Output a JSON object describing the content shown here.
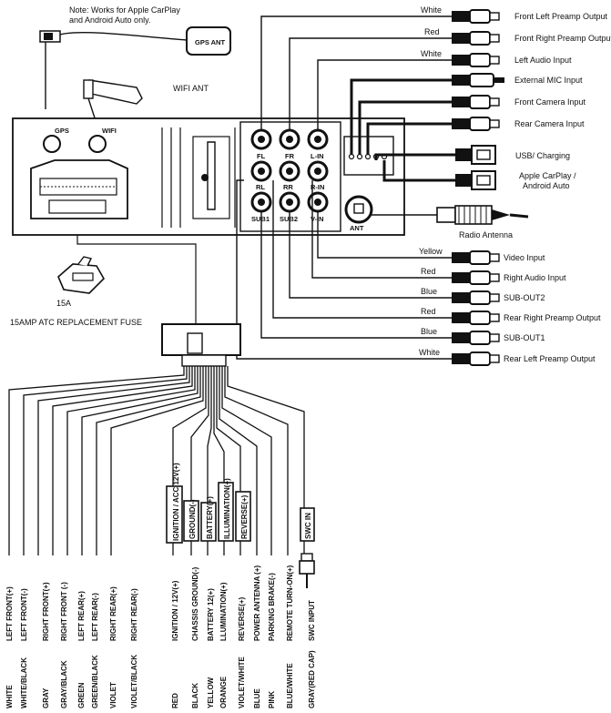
{
  "note": [
    "Note: Works for Apple CarPlay",
    "and Android Auto only."
  ],
  "gps_ant_label": "GPS ANT",
  "wifi_ant_label": "WIFI ANT",
  "head_unit": {
    "gps_port_label": "GPS",
    "wifi_port_label": "WIFI",
    "ant_label": "ANT",
    "rca_ports": [
      "FL",
      "FR",
      "L-IN",
      "RL",
      "RR",
      "R-IN",
      "SUB1",
      "SUB2",
      "V-IN"
    ]
  },
  "fuse": {
    "rating": "15A",
    "caption": "15AMP ATC REPLACEMENT FUSE"
  },
  "right_connections": [
    {
      "wire_color": "White",
      "label": "Front Left Preamp Output"
    },
    {
      "wire_color": "Red",
      "label": "Front Right Preamp Output"
    },
    {
      "wire_color": "White",
      "label": "Left Audio Input"
    },
    {
      "wire_color": "",
      "label": "External MIC Input"
    },
    {
      "wire_color": "",
      "label": "Front Camera Input"
    },
    {
      "wire_color": "",
      "label": "Rear Camera Input"
    },
    {
      "wire_color": "",
      "label": "USB/ Charging"
    },
    {
      "wire_color": "",
      "label": "Apple CarPlay /\nAndroid Auto"
    },
    {
      "wire_color": "",
      "label": "Radio Antenna"
    },
    {
      "wire_color": "Yellow",
      "label": "Video Input"
    },
    {
      "wire_color": "Red",
      "label": "Right Audio Input"
    },
    {
      "wire_color": "Blue",
      "label": "SUB-OUT2"
    },
    {
      "wire_color": "Red",
      "label": "Rear Right Preamp Output"
    },
    {
      "wire_color": "Blue",
      "label": "SUB-OUT1"
    },
    {
      "wire_color": "White",
      "label": "Rear Left Preamp Output"
    }
  ],
  "box_labels": [
    "IGNITION / ACC 12V(+)",
    "GROUND(-)",
    "BATTERY(+)",
    "ILLUMINATION(+)",
    "REVERSE(+)",
    "SWC IN"
  ],
  "harness_wires": [
    {
      "color": "WHITE",
      "function": "LEFT FRONT(+)"
    },
    {
      "color": "WHITE/BLACK",
      "function": "LEFT FRONT(-)"
    },
    {
      "color": "GRAY",
      "function": "RIGHT FRONT(+)"
    },
    {
      "color": "GRAY/BLACK",
      "function": "RIGHT FRONT (-)"
    },
    {
      "color": "GREEN",
      "function": "LEFT REAR(+)"
    },
    {
      "color": "GREEN/BLACK",
      "function": "LEFT REAR(-)"
    },
    {
      "color": "VIOLET",
      "function": "RIGHT REAR(+)"
    },
    {
      "color": "VIOLET/BLACK",
      "function": "RIGHT REAR(-)"
    },
    {
      "color": "RED",
      "function": "IGNITION / 12V(+)"
    },
    {
      "color": "BLACK",
      "function": "CHASSIS GROUND(-)"
    },
    {
      "color": "YELLOW",
      "function": "BATTERY 12(+)"
    },
    {
      "color": "ORANGE",
      "function": "LLUMINATION(+)"
    },
    {
      "color": "VIOLET/WHITE",
      "function": "REVERSE(+)"
    },
    {
      "color": "BLUE",
      "function": "POWER ANTENNA (+)"
    },
    {
      "color": "PINK",
      "function": "PARKING BRAKE(-)"
    },
    {
      "color": "BLUE/WHITE",
      "function": "REMOTE TURN-ON(+)"
    },
    {
      "color": "GRAY(RED CAP)",
      "function": "SWC INPUT"
    }
  ]
}
